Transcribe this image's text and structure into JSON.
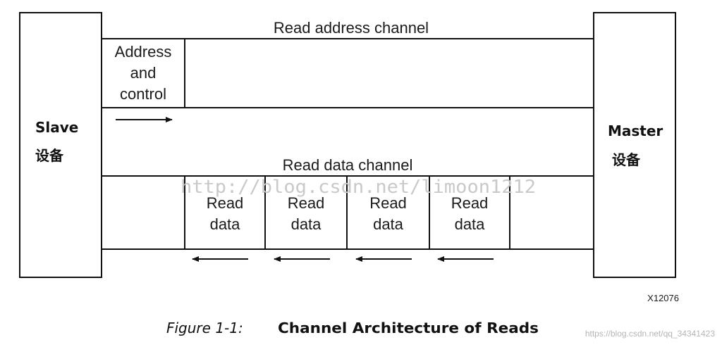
{
  "slave": {
    "label": "Slave",
    "label_cn": "设备"
  },
  "master": {
    "label": "Master",
    "label_cn": "设备"
  },
  "read_address_channel": {
    "title": "Read address channel",
    "packet": [
      "Address",
      "and",
      "control"
    ]
  },
  "read_data_channel": {
    "title": "Read data channel",
    "packets": [
      {
        "line1": "Read",
        "line2": "data"
      },
      {
        "line1": "Read",
        "line2": "data"
      },
      {
        "line1": "Read",
        "line2": "data"
      },
      {
        "line1": "Read",
        "line2": "data"
      }
    ]
  },
  "figure_id": "X12076",
  "caption": {
    "number": "Figure 1-1:",
    "title": "Channel Architecture of Reads"
  },
  "watermarks": {
    "center": "http://blog.csdn.net/limoon1212",
    "corner": "https://blog.csdn.net/qq_34341423"
  }
}
